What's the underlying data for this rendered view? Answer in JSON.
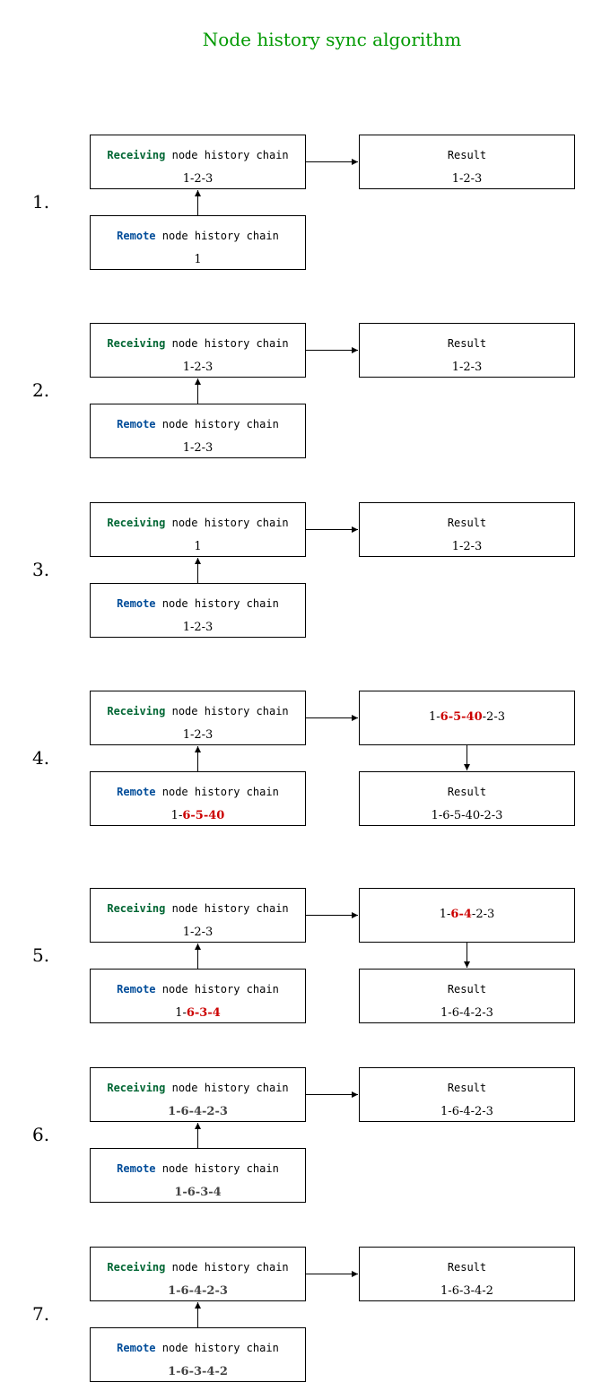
{
  "title": "Node history sync algorithm",
  "colors": {
    "title": "#009900",
    "receiving": "#006633",
    "remote": "#004C99",
    "highlight": "#CC0000",
    "bold_chain": "#444444"
  },
  "labels": {
    "receiving": "Receiving",
    "remote": "Remote",
    "suffix": " node history chain",
    "result": "Result"
  },
  "steps": [
    {
      "number": "1.",
      "receiving": [
        {
          "t": "1-2-3"
        }
      ],
      "remote": [
        {
          "t": "1"
        }
      ],
      "result": [
        {
          "t": "1-2-3"
        }
      ],
      "intermediate": null
    },
    {
      "number": "2.",
      "receiving": [
        {
          "t": "1-2-3"
        }
      ],
      "remote": [
        {
          "t": "1-2-3"
        }
      ],
      "result": [
        {
          "t": "1-2-3"
        }
      ],
      "intermediate": null
    },
    {
      "number": "3.",
      "receiving": [
        {
          "t": "1"
        }
      ],
      "remote": [
        {
          "t": "1-2-3"
        }
      ],
      "result": [
        {
          "t": "1-2-3"
        }
      ],
      "intermediate": null
    },
    {
      "number": "4.",
      "receiving": [
        {
          "t": "1-2-3"
        }
      ],
      "remote": [
        {
          "t": "1-"
        },
        {
          "t": "6-5-40",
          "s": "hl"
        }
      ],
      "result": [
        {
          "t": "1-6-5-40-2-3"
        }
      ],
      "intermediate": [
        {
          "t": "1-"
        },
        {
          "t": "6-5-40",
          "s": "hl"
        },
        {
          "t": "-2-3"
        }
      ]
    },
    {
      "number": "5.",
      "receiving": [
        {
          "t": "1-2-3"
        }
      ],
      "remote": [
        {
          "t": "1-"
        },
        {
          "t": "6-3-4",
          "s": "hl"
        }
      ],
      "result": [
        {
          "t": "1-6-4-2-3"
        }
      ],
      "intermediate": [
        {
          "t": "1-"
        },
        {
          "t": "6-4",
          "s": "hl"
        },
        {
          "t": "-2-3"
        }
      ]
    },
    {
      "number": "6.",
      "receiving": [
        {
          "t": "1-6-4-2-3",
          "s": "bold"
        }
      ],
      "remote": [
        {
          "t": "1-6-3-4",
          "s": "bold"
        }
      ],
      "result": [
        {
          "t": "1-6-4-2-3"
        }
      ],
      "intermediate": null
    },
    {
      "number": "7.",
      "receiving": [
        {
          "t": "1-6-4-2-3",
          "s": "bold"
        }
      ],
      "remote": [
        {
          "t": "1-6-3-4-2",
          "s": "bold"
        }
      ],
      "result": [
        {
          "t": "1-6-3-4-2"
        }
      ],
      "intermediate": null
    }
  ]
}
